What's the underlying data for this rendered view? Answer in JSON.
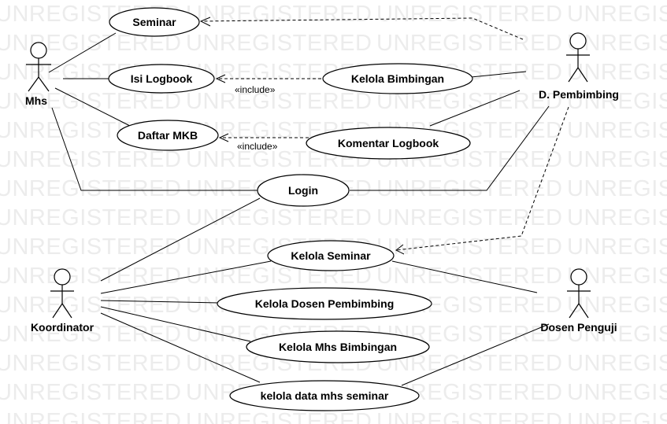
{
  "watermark": "UNREGISTERED",
  "actors": {
    "mhs": "Mhs",
    "pembimbing": "D. Pembimbing",
    "koordinator": "Koordinator",
    "penguji": "Dosen Penguji"
  },
  "use_cases": {
    "seminar": "Seminar",
    "isi_logbook": "Isi Logbook",
    "kelola_bimbingan": "Kelola Bimbingan",
    "daftar_mkb": "Daftar MKB",
    "komentar_logbook": "Komentar Logbook",
    "login": "Login",
    "kelola_seminar": "Kelola Seminar",
    "kelola_dosen_pembimbing": "Kelola Dosen Pembimbing",
    "kelola_mhs_bimbingan": "Kelola Mhs Bimbingan",
    "kelola_data_mhs_seminar": "kelola data mhs seminar"
  },
  "stereotypes": {
    "include_1": "«include»",
    "include_2": "«include»"
  }
}
